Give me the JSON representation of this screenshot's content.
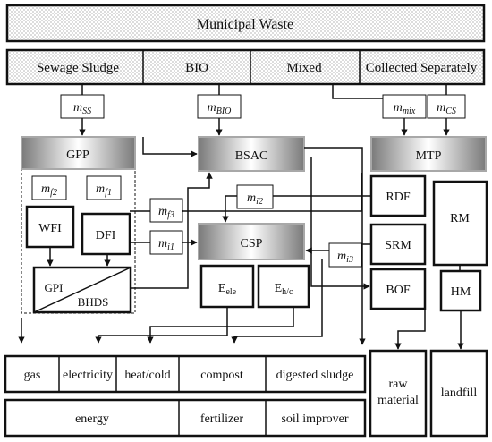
{
  "top": {
    "title": "Municipal Waste"
  },
  "sources": [
    "Sewage Sludge",
    "BIO",
    "Mixed",
    "Collected Separately"
  ],
  "flows": {
    "m_ss": {
      "base": "m",
      "sub": "SS"
    },
    "m_bio": {
      "base": "m",
      "sub": "BIO"
    },
    "m_mix": {
      "base": "m",
      "sub": "mix"
    },
    "m_cs": {
      "base": "m",
      "sub": "CS"
    },
    "m_f2": {
      "base": "m",
      "sub": "f2"
    },
    "m_f1": {
      "base": "m",
      "sub": "f1"
    },
    "m_f3": {
      "base": "m",
      "sub": "f3"
    },
    "m_i1": {
      "base": "m",
      "sub": "i1"
    },
    "m_i2": {
      "base": "m",
      "sub": "i2"
    },
    "m_i3": {
      "base": "m",
      "sub": "i3"
    }
  },
  "processes": {
    "gpp": "GPP",
    "bsac": "BSAC",
    "mtp": "MTP",
    "csp": "CSP"
  },
  "units": {
    "wfi": "WFI",
    "dfi": "DFI",
    "gpi": "GPI",
    "bhds": "BHDS",
    "rdf": "RDF",
    "srm": "SRM",
    "bof": "BOF",
    "rm": "RM",
    "hm": "HM",
    "e_ele": {
      "base": "E",
      "sub": "ele"
    },
    "e_hc": {
      "base": "E",
      "sub": "h/c"
    }
  },
  "products": [
    "gas",
    "electricity",
    "heat/cold",
    "compost",
    "digested sludge"
  ],
  "uses": [
    "energy",
    "fertilizer",
    "soil improver"
  ],
  "outputs": {
    "raw_material": [
      "raw",
      "material"
    ],
    "landfill": "landfill"
  }
}
